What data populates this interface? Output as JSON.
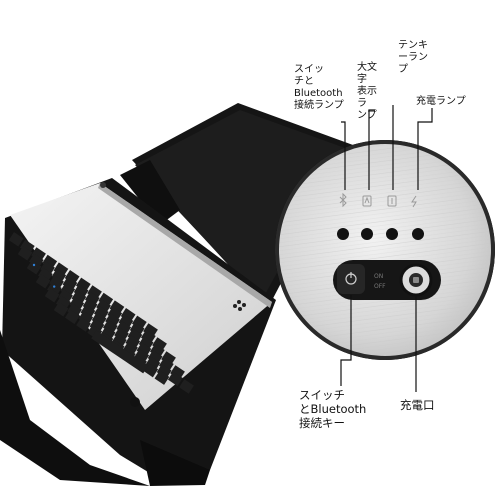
{
  "image": {
    "subject": "bluetooth-keyboard-case-with-detail-zoom",
    "colors": {
      "background": "#ffffff",
      "case": "#1b1b1b",
      "panel": "#dcdcdc",
      "panel_dark": "#b9b9b9",
      "key": "#1f1f1f",
      "accent": "#2f7fd6"
    }
  },
  "labels": {
    "switch_lamp": "スイッ\nチと\nBluetooth\n接続ランプ",
    "caps_lamp": "大文字\n表示ラ\nンプ",
    "numlock_lamp": "テンキ\nーラン\nプ",
    "charge_lamp": "充電ランプ",
    "switch_key": "スイッチ\nとBluetooth\n接続キー",
    "charge_port": "充電口"
  }
}
